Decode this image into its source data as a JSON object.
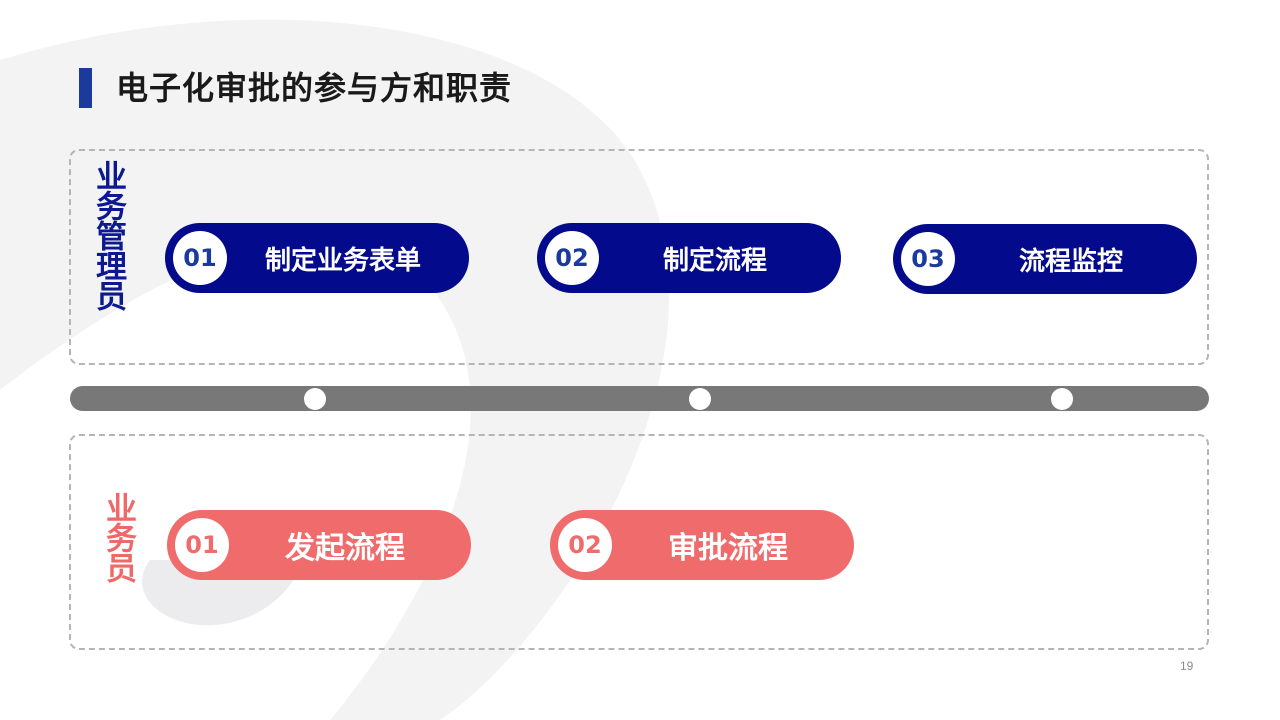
{
  "slide": {
    "title": "电子化审批的参与方和职责",
    "page_number": "19"
  },
  "colors": {
    "admin_blue": "#030a8c",
    "staff_red": "#ef6b6c",
    "title_accent": "#1b3a9e",
    "timeline_gray": "#787878"
  },
  "admin": {
    "role_label": "业务管理员",
    "steps": [
      {
        "num": "01",
        "label": "制定业务表单"
      },
      {
        "num": "02",
        "label": "制定流程"
      },
      {
        "num": "03",
        "label": "流程监控"
      }
    ]
  },
  "staff": {
    "role_label": "业务员",
    "steps": [
      {
        "num": "01",
        "label": "发起流程"
      },
      {
        "num": "02",
        "label": "审批流程"
      }
    ]
  }
}
